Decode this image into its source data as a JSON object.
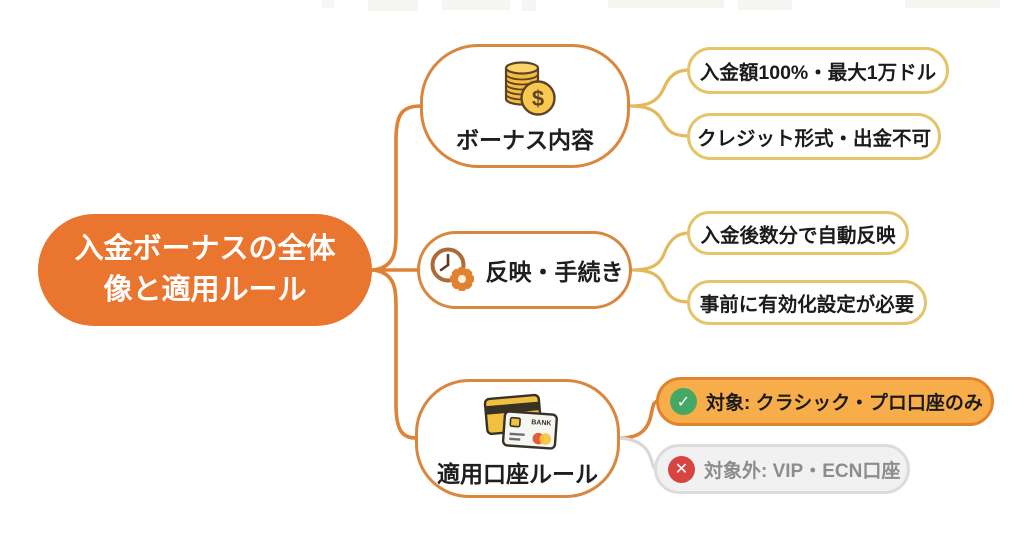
{
  "root": {
    "label_line1": "入金ボーナスの全体",
    "label_line2": "像と適用ルール"
  },
  "branches": [
    {
      "label": "ボーナス内容",
      "icon": "coins-icon",
      "leaves": [
        {
          "label": "入金額100%・最大1万ドル"
        },
        {
          "label": "クレジット形式・出金不可"
        }
      ]
    },
    {
      "label": "反映・手続き",
      "icon": "clock-gear-icon",
      "leaves": [
        {
          "label": "入金後数分で自動反映"
        },
        {
          "label": "事前に有効化設定が必要"
        }
      ]
    },
    {
      "label": "適用口座ルール",
      "icon": "credit-card-icon",
      "leaves": [
        {
          "label": "対象: クラシック・プロ口座のみ",
          "status": "included"
        },
        {
          "label": "対象外: VIP・ECN口座",
          "status": "excluded"
        }
      ]
    }
  ],
  "icons": {
    "dollar_sign": "$",
    "bank_label": "BANK",
    "check_glyph": "✓",
    "cross_glyph": "✕"
  },
  "colors": {
    "root_fill": "#e9752e",
    "branch_border": "#d9863e",
    "leaf_border_gold": "#e4c56a",
    "included_fill": "#f8ad4b",
    "included_border": "#e1842b",
    "excluded_fill": "#f1f1f1",
    "check_green": "#45a864",
    "cross_red": "#d64541",
    "connector_orange": "#de8336",
    "connector_gold": "#e2ba5c",
    "connector_gray": "#d8d8d8"
  }
}
